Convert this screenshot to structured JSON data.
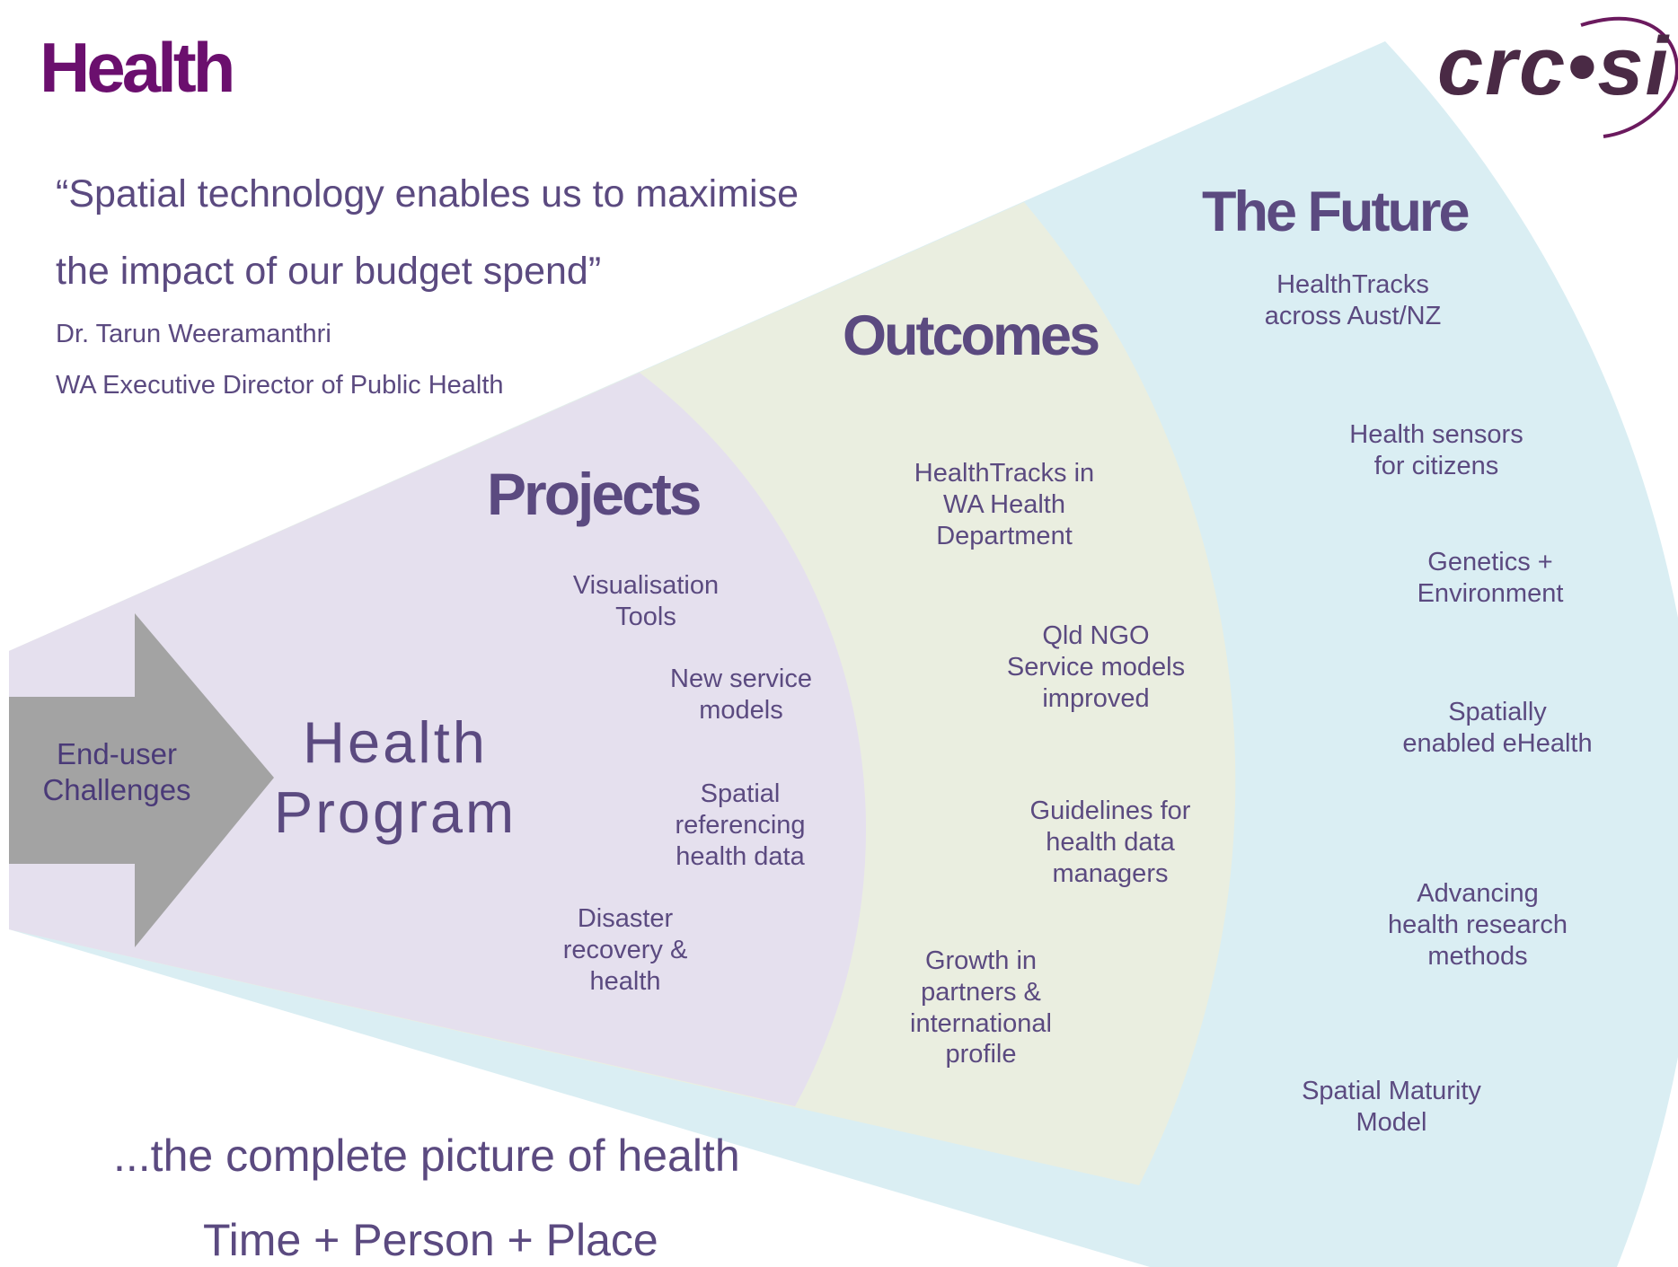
{
  "header": {
    "title": "Health"
  },
  "logo": {
    "text": "crc•si"
  },
  "quote": {
    "line1": "“Spatial technology enables us to maximise",
    "line2": "the impact of our budget spend”",
    "author": "Dr. Tarun Weeramanthri",
    "role": "WA Executive Director of Public Health"
  },
  "arrow": {
    "label": "End-user\nChallenges"
  },
  "center": {
    "label": "Health\nProgram"
  },
  "colors": {
    "projects_band": "#e5e0ee",
    "outcomes_band": "#eaeee0",
    "future_band": "#daeef3",
    "arrow": "#a3a3a3",
    "text": "#5b4a80",
    "title": "#6b0f6e"
  },
  "sections": {
    "projects": {
      "title": "Projects",
      "items": [
        "Visualisation\nTools",
        "New service\nmodels",
        "Spatial\nreferencing\nhealth data",
        "Disaster\nrecovery &\nhealth"
      ]
    },
    "outcomes": {
      "title": "Outcomes",
      "items": [
        "HealthTracks in\nWA Health\nDepartment",
        "Qld NGO\nService models\nimproved",
        "Guidelines for\nhealth data\nmanagers",
        "Growth in\npartners &\ninternational\nprofile"
      ]
    },
    "future": {
      "title": "The Future",
      "items": [
        "HealthTracks\nacross Aust/NZ",
        "Health sensors\nfor citizens",
        "Genetics +\nEnvironment",
        "Spatially\nenabled eHealth",
        "Advancing\nhealth research\nmethods",
        "Spatial Maturity\nModel"
      ]
    }
  },
  "footer": {
    "line1": "...the complete picture of health",
    "line2": "Time + Person + Place"
  }
}
